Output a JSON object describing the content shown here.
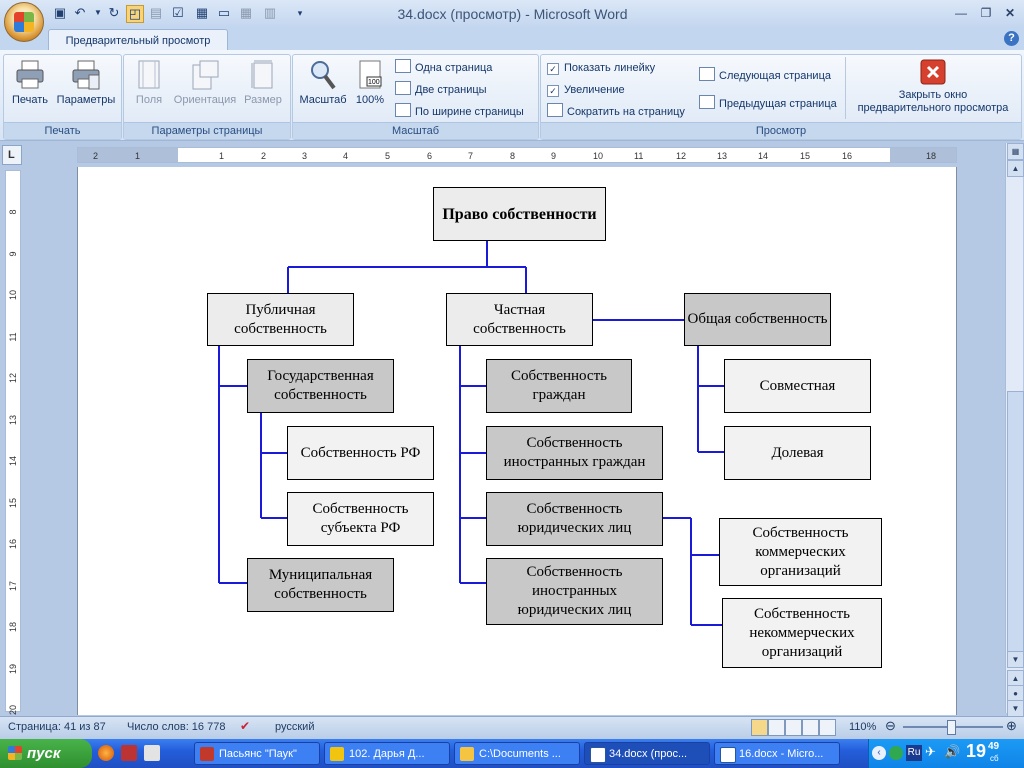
{
  "title_bar": {
    "window_title": "34.docx (просмотр) - Microsoft Word"
  },
  "tabs": {
    "active": "Предварительный просмотр"
  },
  "ribbon": {
    "print_group": {
      "label": "Печать",
      "print": "Печать",
      "options": "Параметры"
    },
    "page_setup_group": {
      "label": "Параметры страницы",
      "margins": "Поля",
      "orientation": "Ориентация",
      "size": "Размер"
    },
    "zoom_group": {
      "label": "Масштаб",
      "zoom": "Масштаб",
      "zoom100": "100%",
      "one_page": "Одна страница",
      "two_pages": "Две страницы",
      "page_width": "По ширине страницы"
    },
    "preview_group": {
      "label": "Просмотр",
      "show_ruler": "Показать линейку",
      "magnifier": "Увеличение",
      "shrink": "Сократить на страницу",
      "next_page": "Следующая страница",
      "prev_page": "Предыдущая страница",
      "close_line1": "Закрыть окно",
      "close_line2": "предварительного просмотра"
    }
  },
  "ruler": {
    "h_ticks": [
      "2",
      "1",
      "1",
      "2",
      "3",
      "4",
      "5",
      "6",
      "7",
      "8",
      "9",
      "10",
      "11",
      "12",
      "13",
      "14",
      "15",
      "16",
      "18"
    ],
    "v_ticks": [
      "8",
      "9",
      "10",
      "11",
      "12",
      "13",
      "14",
      "15",
      "16",
      "17",
      "18",
      "19",
      "20"
    ]
  },
  "diagram": {
    "root": "Право собственности",
    "public": "Публичная собственность",
    "private": "Частная собственность",
    "common": "Общая собственность",
    "state": "Государственная собственность",
    "rf": "Собственность РФ",
    "subject": "Собственность субъекта РФ",
    "municipal": "Муниципальная собственность",
    "citizens": "Собственность граждан",
    "foreign_citizens": "Собственность иностранных граждан",
    "legal": "Собственность юридических лиц",
    "foreign_legal": "Собственность иностранных юридических лиц",
    "joint": "Совместная",
    "shared": "Долевая",
    "commercial": "Собственность коммерческих организаций",
    "noncommercial": "Собственность некоммерческих организаций"
  },
  "status": {
    "page": "Страница: 41 из 87",
    "words": "Число слов: 16 778",
    "language": "русский",
    "zoom": "110%"
  },
  "taskbar": {
    "start": "пуск",
    "tasks": [
      "Пасьянс \"Паук\"",
      "102. Дарья Д...",
      "C:\\Documents ...",
      "34.docx (прос...",
      "16.docx - Micro..."
    ],
    "lang": "Ru",
    "clock": "19",
    "clock_minutes": "49",
    "clock_day": "сб"
  }
}
